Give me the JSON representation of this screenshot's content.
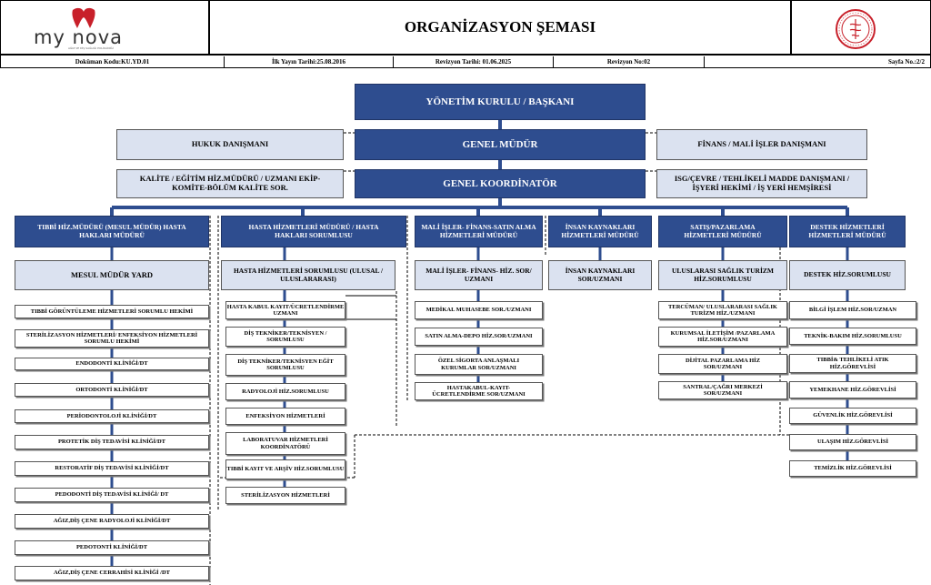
{
  "header": {
    "logo_text": "my nova",
    "logo_subtitle": "AĞIZ VE DİŞ SAĞLIĞI POLİKLİNİĞİ",
    "title": "ORGANİZASYON ŞEMASI",
    "doc_code": "Doküman Kodu:KU.YD.01",
    "first_pub_date": "İlk Yayın Tarihi:25.08.2016",
    "revision_date": "Revizyon Tarihi: 01.06.2025",
    "revision_no": "Revizyon No:02",
    "page": "Sayfa No.:2/2"
  },
  "top": {
    "board": "YÖNETİM KURULU / BAŞKANI",
    "gm": "GENEL MÜDÜR",
    "gc": "GENEL KOORDİNATÖR",
    "legal": "HUKUK DANIŞMANI",
    "finance_adv": "FİNANS / MALİ İŞLER DANIŞMANI",
    "quality": "KALİTE / EĞİTİM HİZ.MÜDÜRÜ / UZMANI EKİP-KOMİTE-BÖLÜM KALİTE SOR.",
    "isg": "ISG/ÇEVRE / TEHLİKELİ MADDE DANIŞMANI / İŞYERİ HEKİMİ / İŞ YERİ HEMŞİRESİ"
  },
  "columns": [
    {
      "head": "TIBBİ HİZ.MÜDÜRÜ (MESUL MÜDÜR) HASTA HAKLARI MÜDÜRÜ",
      "sub": "MESUL MÜDÜR YARD",
      "items": [
        "TIBBİ GÖRÜNTÜLEME HİZMETLERİ SORUMLU HEKİMİ",
        "STERİLİZASYON HİZMETLERİ/ ENFEKSİYON HİZMETLERİ SORUMLU HEKİMİ",
        "ENDODONTİ KLİNİĞİ/DT",
        "ORTODONTİ KLİNİĞİ/DT",
        "PERİODONTOLOJİ KLİNİĞİ/DT",
        "PROTETİK DİŞ TEDAVİSİ KLİNİĞİ/DT",
        "RESTORATİF DİŞ TEDAVİSİ KLİNİĞİ/DT",
        "PEDODONTİ DİŞ TEDAVİSİ KLİNİĞİ/ DT",
        "AĞIZ,DİŞ ÇENE RADYOLOJİ KLİNİĞİ/DT",
        "PEDOTONTİ KLİNİĞİ/DT",
        "AĞIZ,DİŞ ÇENE CERRAHİSİ KLİNİĞİ /DT"
      ]
    },
    {
      "head": "HASTA HİZMETLERİ MÜDÜRÜ / HASTA HAKLARI SORUMLUSU",
      "sub": "HASTA HİZMETLERİ SORUMLUSU (ULUSAL / ULUSLARARASI)",
      "items": [
        "HASTA KABUL KAYIT/ÜCRETLENDİRME UZMANI",
        "DİŞ TEKNİKER/TEKNİSYEN / SORUMLUSU",
        "DİŞ TEKNİKER/TEKNİSYEN EĞİT SORUMLUSU",
        "RADYOLOJİ HİZ.SORUMLUSU",
        "ENFEKSİYON HİZMETLERİ",
        "LABORATUVAR HİZMETLERİ KOORDİNATÖRÜ",
        "TIBBİ KAYIT VE ARŞİV HİZ.SORUMLUSU",
        "STERİLİZASYON HİZMETLERİ"
      ]
    },
    {
      "head": "MALİ İŞLER- FİNANS-SATIN ALMA HİZMETLERİ MÜDÜRÜ",
      "sub": "MALİ İŞLER- FİNANS- HİZ. SOR/ UZMANI",
      "items": [
        "MEDİKAL MUHASEBE SOR./UZMANI",
        "SATIN ALMA-DEPO HİZ.SOR/UZMANI",
        "ÖZEL SİGORTA ANLAŞMALI KURUMLAR SOR/UZMANI",
        "HASTAKABUL-KAYIT-ÜCRETLENDİRME SOR/UZMANI"
      ]
    },
    {
      "head": "İNSAN KAYNAKLARI HİZMETLERİ MÜDÜRÜ",
      "sub": "İNSAN KAYNAKLARI SOR/UZMANI",
      "items": []
    },
    {
      "head": "SATIŞ/PAZARLAMA HİZMETLERİ MÜDÜRÜ",
      "sub": "ULUSLARASI SAĞLIK TURİZM HİZ.SORUMLUSU",
      "items": [
        "TERCÜMAN/ ULUSLARARASI SAĞLIK TURİZM HİZ./UZMANI",
        "KURUMSAL İLETİŞİM /PAZARLAMA HİZ.SOR/UZMANI",
        "DİJİTAL PAZARLAMA HİZ SOR/UZMANI",
        "SANTRAL/ÇAĞRI MERKEZİ SOR/UZMANI"
      ]
    },
    {
      "head": "DESTEK HİZMETLERİ HİZMETLERİ MÜDÜRÜ",
      "sub": "DESTEK HİZ.SORUMLUSU",
      "items": [
        "BİLGİ İŞLEM HİZ.SOR/UZMAN",
        "TEKNİK-BAKIM HİZ.SORUMLUSU",
        "TIBBİ& TEHLİKELİ ATIK HİZ.GÖREVLİSİ",
        "YEMEKHANE HİZ.GÖREVLİSİ",
        "GÜVENLİK HİZ.GÖREVLİSİ",
        "ULAŞIM HİZ.GÖREVLİSİ",
        "TEMİZLİK HİZ.GÖREVLİSİ"
      ]
    }
  ],
  "colors": {
    "dark": "#2e4d8f",
    "light": "#dbe2f0",
    "logo_red": "#c8202a"
  }
}
